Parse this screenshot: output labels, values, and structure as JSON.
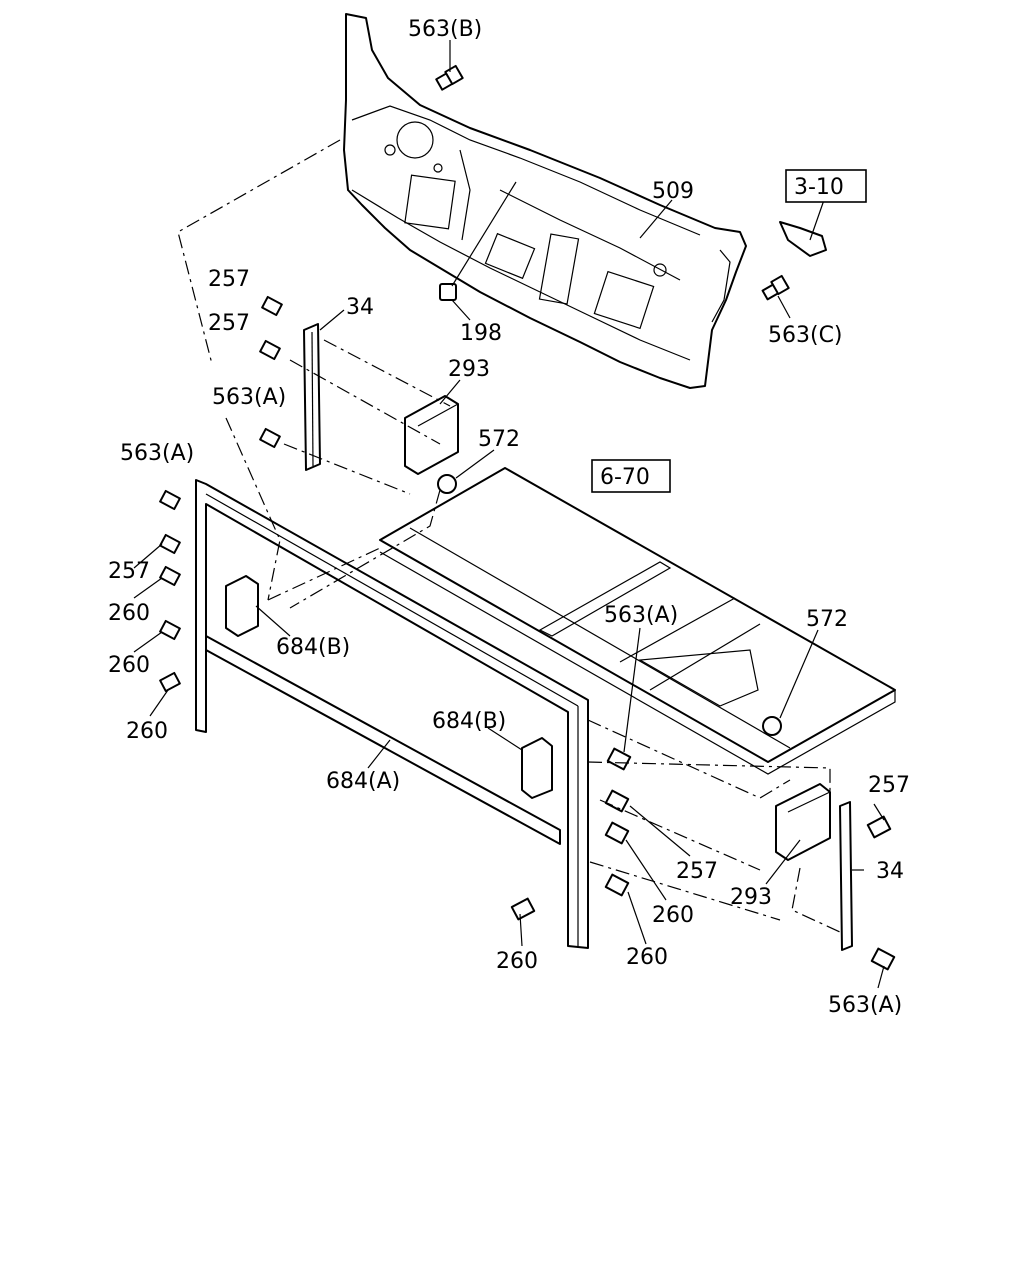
{
  "labels": {
    "l1": "563(B)",
    "l2": "509",
    "l3": "3-10",
    "l4": "563(C)",
    "l5": "198",
    "l6": "257",
    "l7": "34",
    "l8": "257",
    "l9": "293",
    "l10": "563(A)",
    "l11": "572",
    "l12": "563(A)",
    "l13": "6-70",
    "l14": "257",
    "l15": "260",
    "l16": "684(B)",
    "l17": "260",
    "l18": "260",
    "l19": "563(A)",
    "l20": "572",
    "l21": "684(B)",
    "l22": "684(A)",
    "l23": "257",
    "l24": "257",
    "l25": "34",
    "l26": "293",
    "l27": "260",
    "l28": "260",
    "l29": "260",
    "l30": "563(A)"
  }
}
